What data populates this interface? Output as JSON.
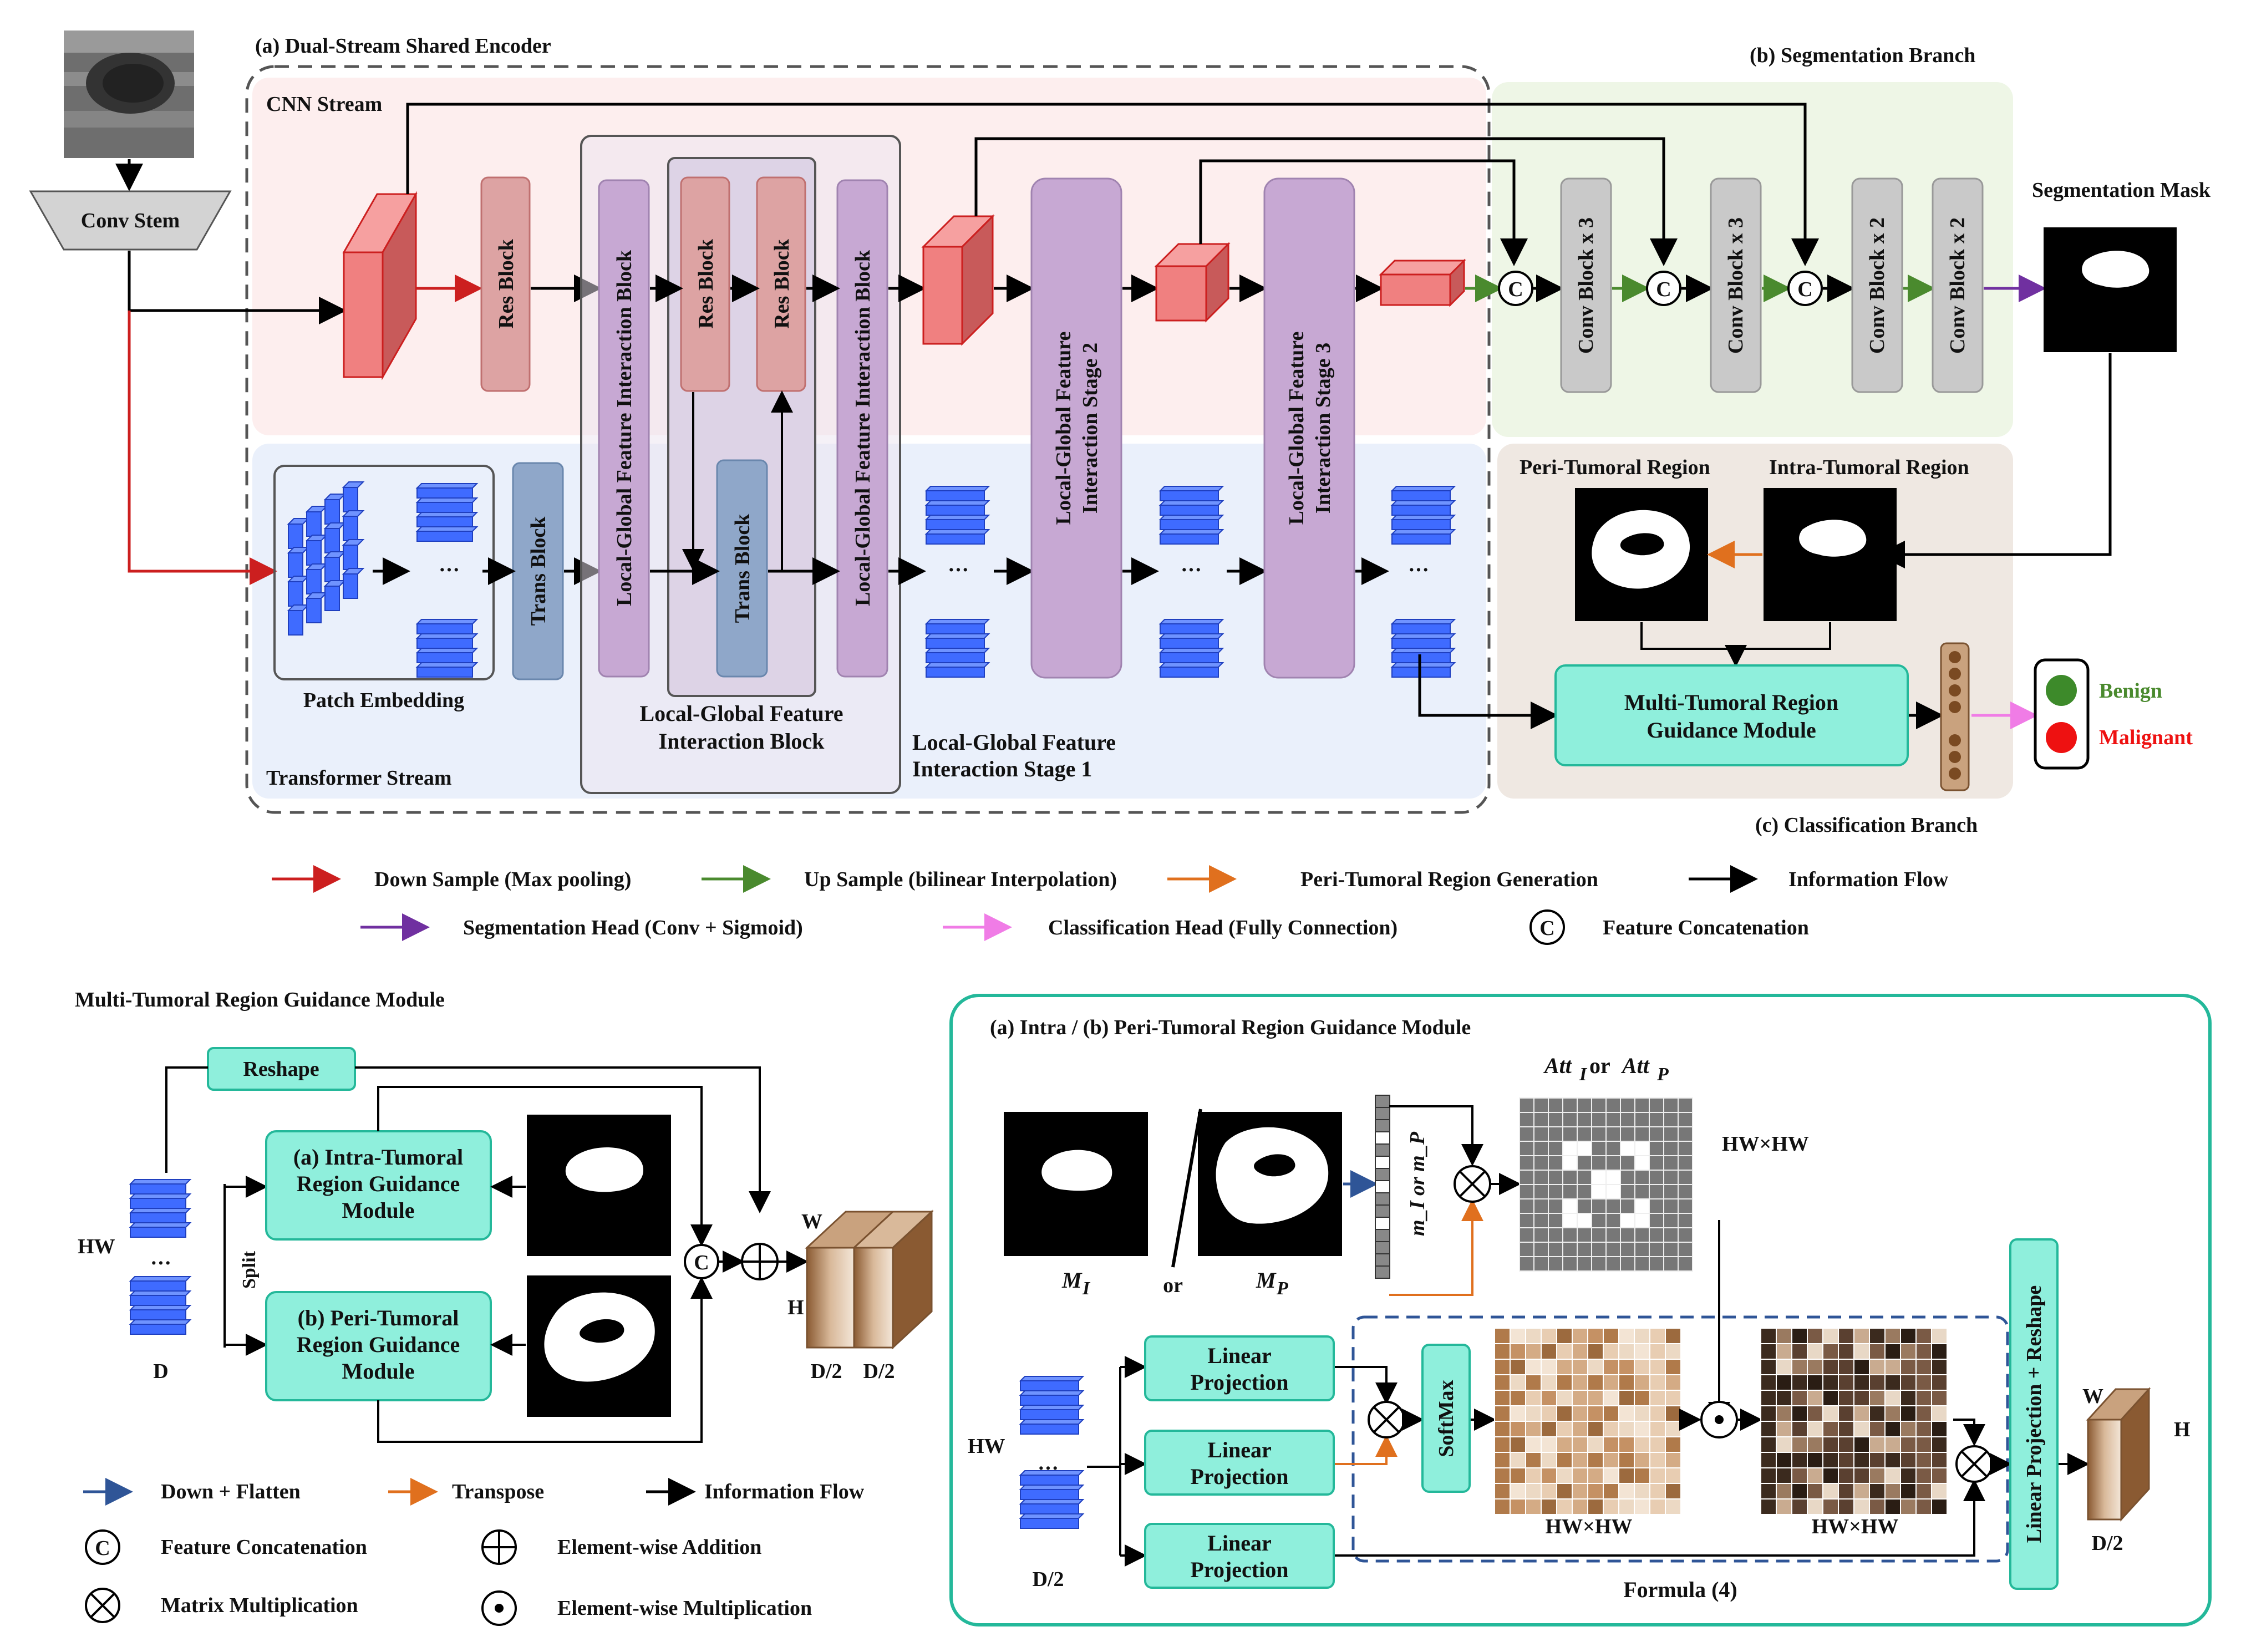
{
  "top": {
    "encoder_title": "(a) Dual-Stream Shared Encoder",
    "seg_title": "(b) Segmentation Branch",
    "cls_title": "(c) Classification Branch",
    "cnn_stream": "CNN Stream",
    "transformer_stream": "Transformer Stream",
    "conv_stem": "Conv Stem",
    "res_block": "Res Block",
    "trans_block": "Trans Block",
    "lgfib": "Local-Global Feature Interaction Block",
    "lgfib_caption": [
      "Local-Global Feature",
      "Interaction Block"
    ],
    "stage1_caption": [
      "Local-Global Feature",
      "Interaction Stage 1"
    ],
    "stage2": [
      "Local-Global Feature",
      "Interaction Stage 2"
    ],
    "stage3": [
      "Local-Global Feature",
      "Interaction Stage 3"
    ],
    "patch_embedding": "Patch Embedding",
    "conv_block_3": "Conv Block x 3",
    "conv_block_2": "Conv Block x 2",
    "seg_mask": "Segmentation Mask",
    "peri_region": "Peri-Tumoral Region",
    "intra_region": "Intra-Tumoral Region",
    "mtrgm": [
      "Multi-Tumoral Region",
      "Guidance Module"
    ],
    "benign": "Benign",
    "malignant": "Malignant",
    "concat_symbol": "C",
    "ellipsis": "···"
  },
  "legend": {
    "down_sample": "Down Sample (Max pooling)",
    "up_sample": "Up Sample (bilinear Interpolation)",
    "peri_gen": "Peri-Tumoral Region Generation",
    "info_flow": "Information Flow",
    "seg_head": "Segmentation Head (Conv + Sigmoid)",
    "cls_head": "Classification Head (Fully Connection)",
    "feat_concat": "Feature Concatenation"
  },
  "bottom_left": {
    "title": "Multi-Tumoral Region Guidance Module",
    "reshape": "Reshape",
    "intra_module": [
      "(a) Intra-Tumoral",
      "Region Guidance",
      "Module"
    ],
    "peri_module": [
      "(b) Peri-Tumoral",
      "Region Guidance",
      "Module"
    ],
    "hw": "HW",
    "d": "D",
    "split": "Split",
    "w": "W",
    "h": "H",
    "d2a": "D/2",
    "d2b": "D/2",
    "legend": {
      "down_flatten": "Down + Flatten",
      "transpose": "Transpose",
      "info_flow": "Information Flow",
      "feat_concat": "Feature Concatenation",
      "elem_add": "Element-wise Addition",
      "mat_mul": "Matrix Multiplication",
      "elem_mul": "Element-wise Multiplication"
    }
  },
  "bottom_right": {
    "title": "(a) Intra / (b) Peri-Tumoral Region Guidance Module",
    "att": "Att",
    "att_i_sub": "I",
    "att_or": " or ",
    "att_p_sub": "P",
    "hwxhw": "HW×HW",
    "m_i": "M",
    "m_i_sub": "I",
    "m_p": "M",
    "m_p_sub": "P",
    "or": "or",
    "m_vec": "m_I or m_P",
    "linear_projection": [
      "Linear",
      "Projection"
    ],
    "softmax": "SoftMax",
    "formula": "Formula (4)",
    "final": "Linear Projection + Reshape",
    "hw": "HW",
    "d2": "D/2",
    "w": "W",
    "h": "H"
  },
  "colors": {
    "cnn_bg": "#fdeeee",
    "trans_bg": "#eaf0fb",
    "seg_bg": "#eef6e6",
    "cls_bg": "#efe8e2",
    "res_block": "#dda3a3",
    "lgfi": "#c7a8d3",
    "trans_block": "#8fa7c9",
    "conv_block": "#c9c9c9",
    "teal": "#8fefdc",
    "red": "#cc1f1f",
    "green": "#4a8a2e",
    "orange": "#e0701e",
    "purple": "#7030a0",
    "pink": "#f07ce6",
    "blue_arrow": "#2f5597"
  }
}
